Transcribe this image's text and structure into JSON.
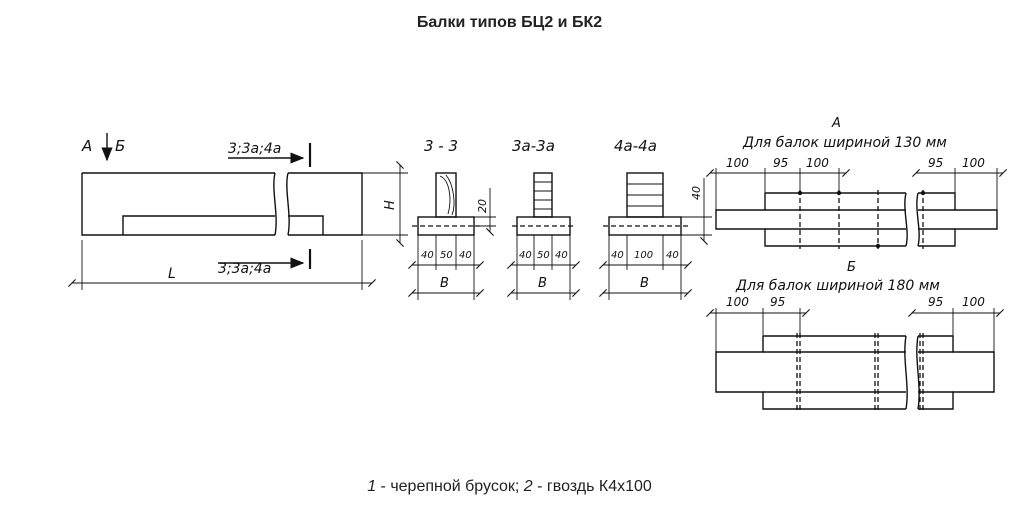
{
  "title": "Балки типов БЦ2 и БК2",
  "caption": {
    "n1": "1",
    "t1": " - черепной брусок; ",
    "n2": "2",
    "t2": " - гвоздь К4х100"
  },
  "side_view": {
    "view_a": "А",
    "view_b": "Б",
    "section_top": "3;3а;4а",
    "section_bottom": "3;3а;4а",
    "length": "L",
    "height": "Н"
  },
  "sections": [
    {
      "title": "3 - 3",
      "dims": [
        "40",
        "50",
        "40"
      ],
      "width": "B",
      "height_dim": "20"
    },
    {
      "title": "3а-3а",
      "dims": [
        "40",
        "50",
        "40"
      ],
      "width": "B"
    },
    {
      "title": "4а-4а",
      "dims": [
        "40",
        "100",
        "40"
      ],
      "width": "B",
      "height_dim": "40"
    }
  ],
  "plan_a": {
    "label": "А",
    "caption": "Для балок шириной 130 мм",
    "dims_left": [
      "100",
      "95",
      "100"
    ],
    "dims_right": [
      "95",
      "100"
    ]
  },
  "plan_b": {
    "label": "Б",
    "caption": "Для балок шириной 180 мм",
    "dims_left": [
      "100",
      "95"
    ],
    "dims_right": [
      "95",
      "100"
    ]
  }
}
